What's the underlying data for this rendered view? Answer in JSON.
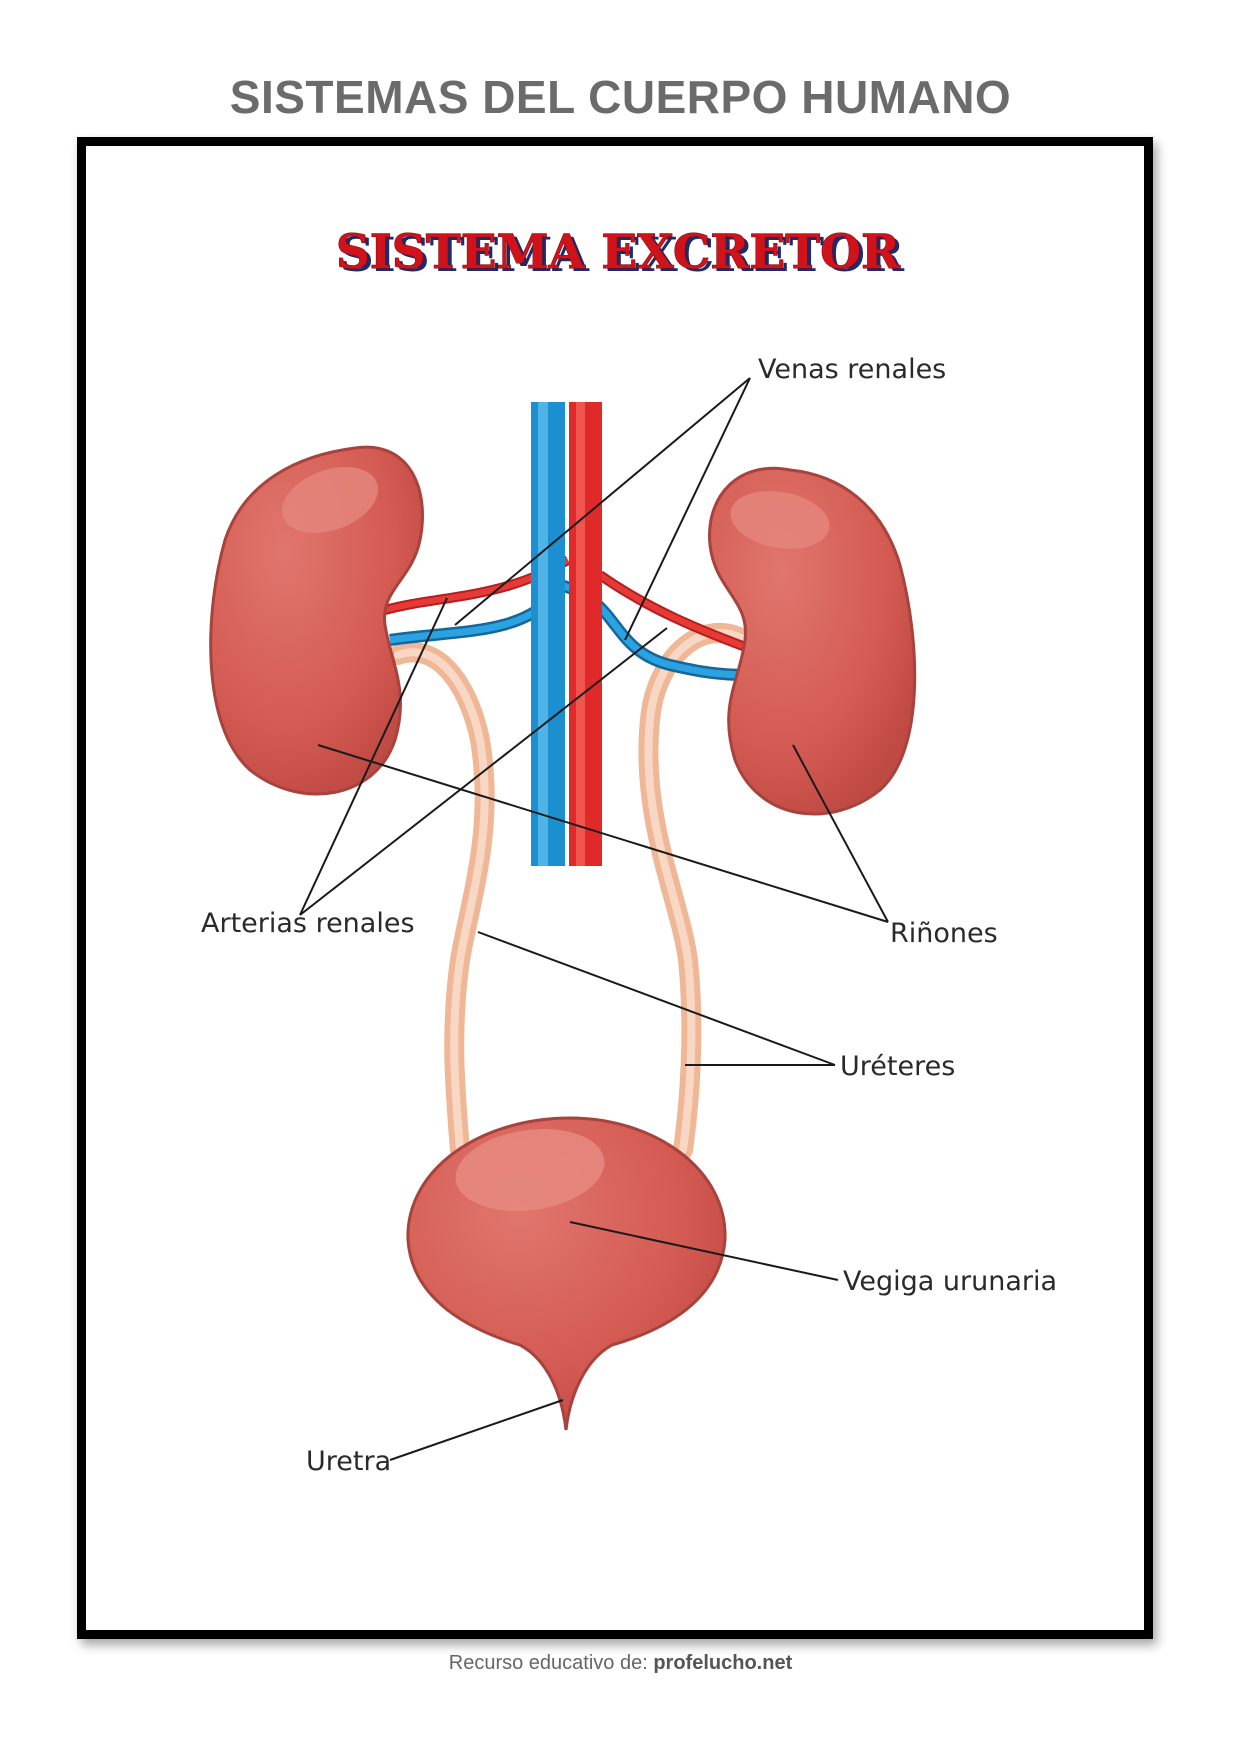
{
  "header": {
    "title": "SISTEMAS DEL CUERPO HUMANO"
  },
  "diagram": {
    "title": "SISTEMA EXCRETOR",
    "labels": {
      "venas_renales": "Venas renales",
      "arterias_renales": "Arterias renales",
      "rinones": "Riñones",
      "ureteres": "Uréteres",
      "vejiga": "Vegiga urunaria",
      "uretra": "Uretra"
    },
    "colors": {
      "organ": "#d35a52",
      "organ_highlight": "#e47a70",
      "organ_outline": "#a8423c",
      "vein": "#1b8fcf",
      "artery": "#e02a2a",
      "ureter": "#f3c1a3"
    }
  },
  "footer": {
    "prefix": "Recurso educativo de:",
    "site": "profelucho.net"
  }
}
